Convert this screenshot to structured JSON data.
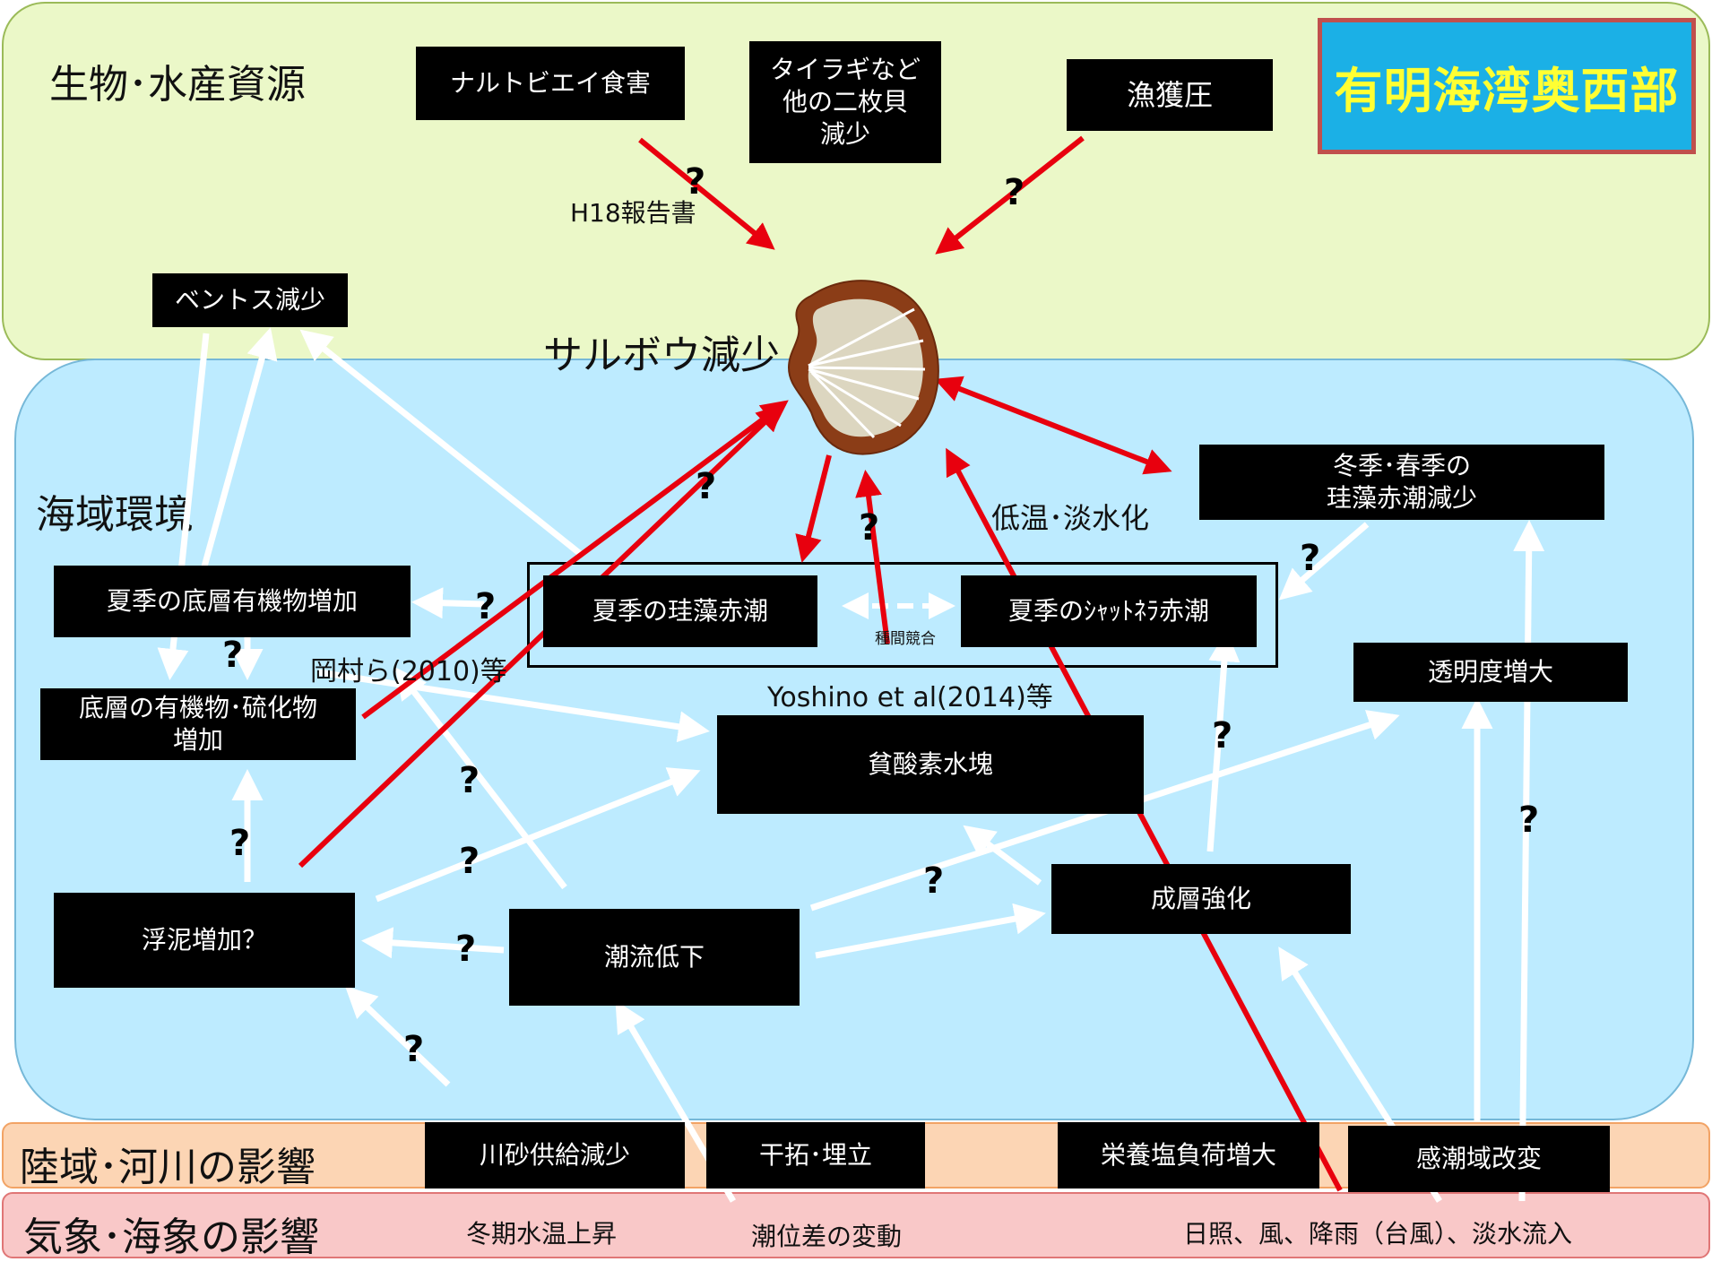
{
  "title": "有明海湾奥西部",
  "zones": {
    "bio": "生物･水産資源",
    "sea": "海域環境",
    "land": "陸域･河川の影響",
    "weather": "気象･海象の影響"
  },
  "center_label": "サルボウ減少",
  "boxes": {
    "narutobiei": "ナルトビエイ食害",
    "tairagi": "タイラギなど\n他の二枚貝\n減少",
    "gyokaku": "漁獲圧",
    "benthos": "ベントス減少",
    "winter_diatom": "冬季･春季の\n珪藻赤潮減少",
    "summer_organic": "夏季の底層有機物増加",
    "summer_diatom": "夏季の珪藻赤潮",
    "chattonella": "夏季のｼｬｯﾄﾈﾗ赤潮",
    "bottom_organic": "底層の有機物･硫化物\n増加",
    "transparency": "透明度増大",
    "hypoxia": "貧酸素水塊",
    "stratification": "成層強化",
    "mud": "浮泥増加？",
    "tidal_current": "潮流低下",
    "sand": "川砂供給減少",
    "reclamation": "干拓･埋立",
    "nutrient": "栄養塩負荷増大",
    "tidal_area": "感潮域改変"
  },
  "weather_items": {
    "water_temp": "冬期水温上昇",
    "tide_range": "潮位差の変動",
    "sunlight": "日照、風、降雨（台風）、淡水流入"
  },
  "annotations": {
    "h18": "H18報告書",
    "low_temp": "低温･淡水化",
    "okamura": "岡村ら(2010)等",
    "yoshino": "Yoshino et al(2014)等",
    "competition": "種間競合"
  },
  "question_mark": "?",
  "colors": {
    "red_arrow": "#e8000e",
    "white_arrow": "#ffffff",
    "box_bg": "#000000",
    "title_bg": "#1bb0e6",
    "title_text": "#ffff33",
    "title_border": "#c0504d"
  }
}
